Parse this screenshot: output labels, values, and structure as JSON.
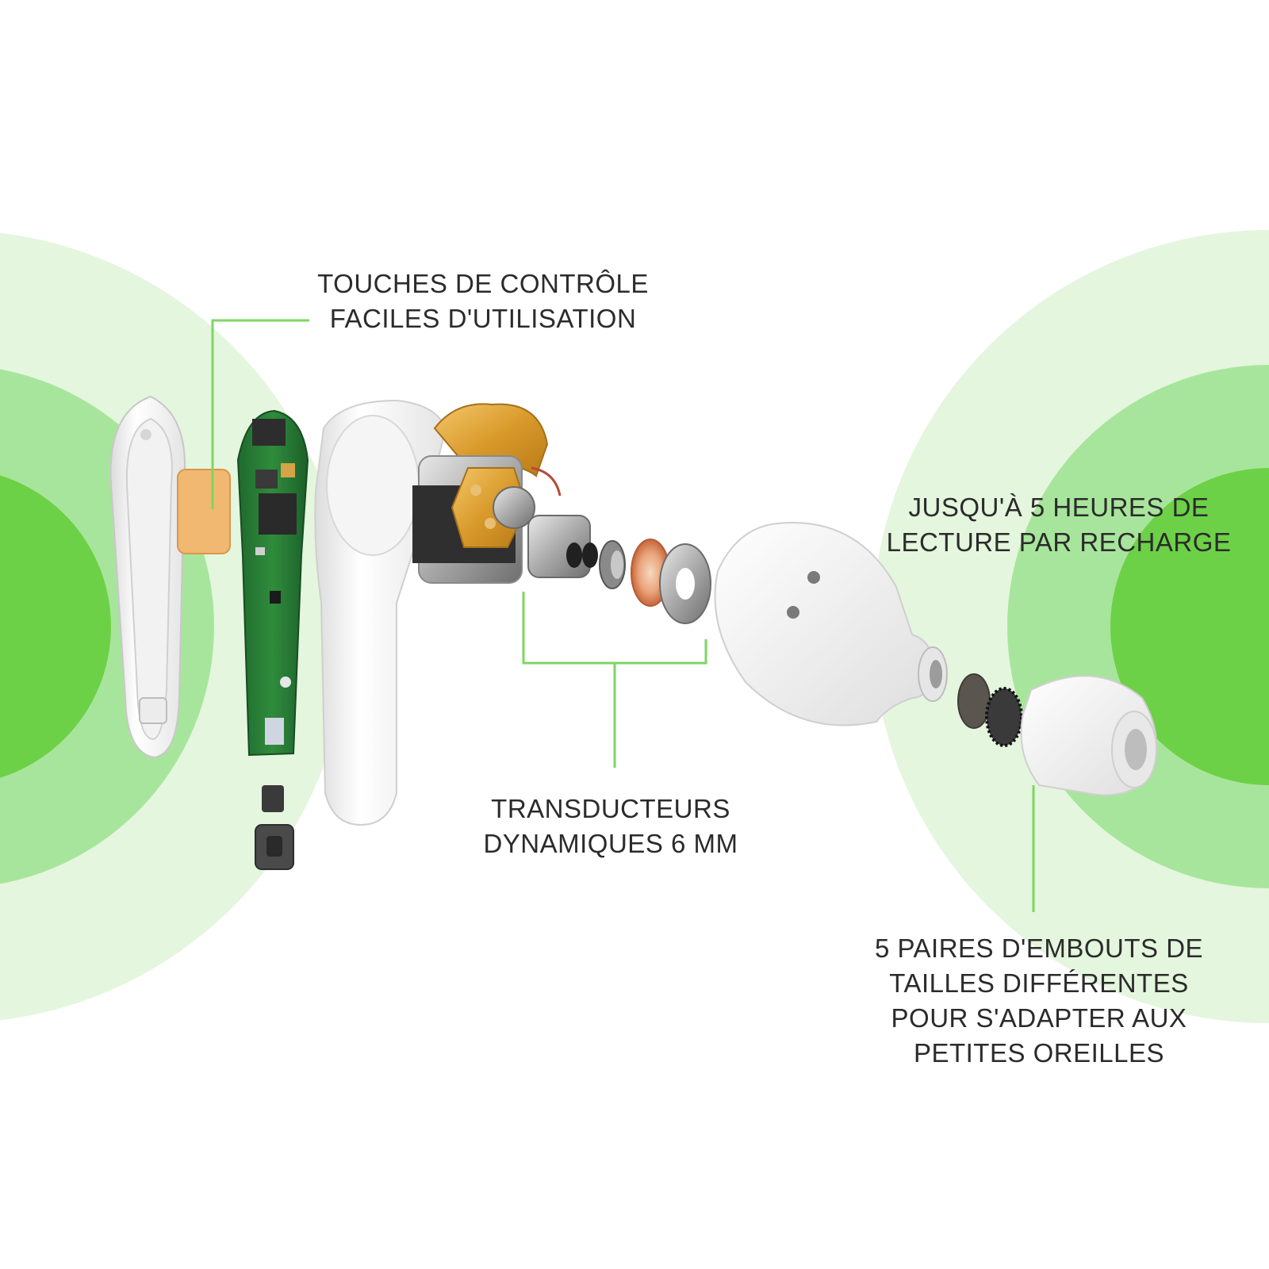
{
  "colors": {
    "ring_outer": "#e4f6de",
    "ring_mid": "#a8e59c",
    "ring_inner": "#6dd147",
    "callout_line": "#7ed663",
    "text": "#2b2b2b"
  },
  "callouts": {
    "touch_controls": {
      "line1": "TOUCHES DE CONTRÔLE",
      "line2": "FACILES D'UTILISATION"
    },
    "drivers": {
      "line1": "TRANSDUCTEURS",
      "line2": "DYNAMIQUES 6 MM"
    },
    "battery": {
      "line1": "JUSQU'À 5 HEURES DE",
      "line2": "LECTURE PAR RECHARGE"
    },
    "eartips": {
      "line1": "5 PAIRES D'EMBOUTS DE",
      "line2": "TAILLES DIFFÉRENTES",
      "line3": "POUR S'ADAPTER AUX",
      "line4": "PETITES OREILLES"
    }
  }
}
